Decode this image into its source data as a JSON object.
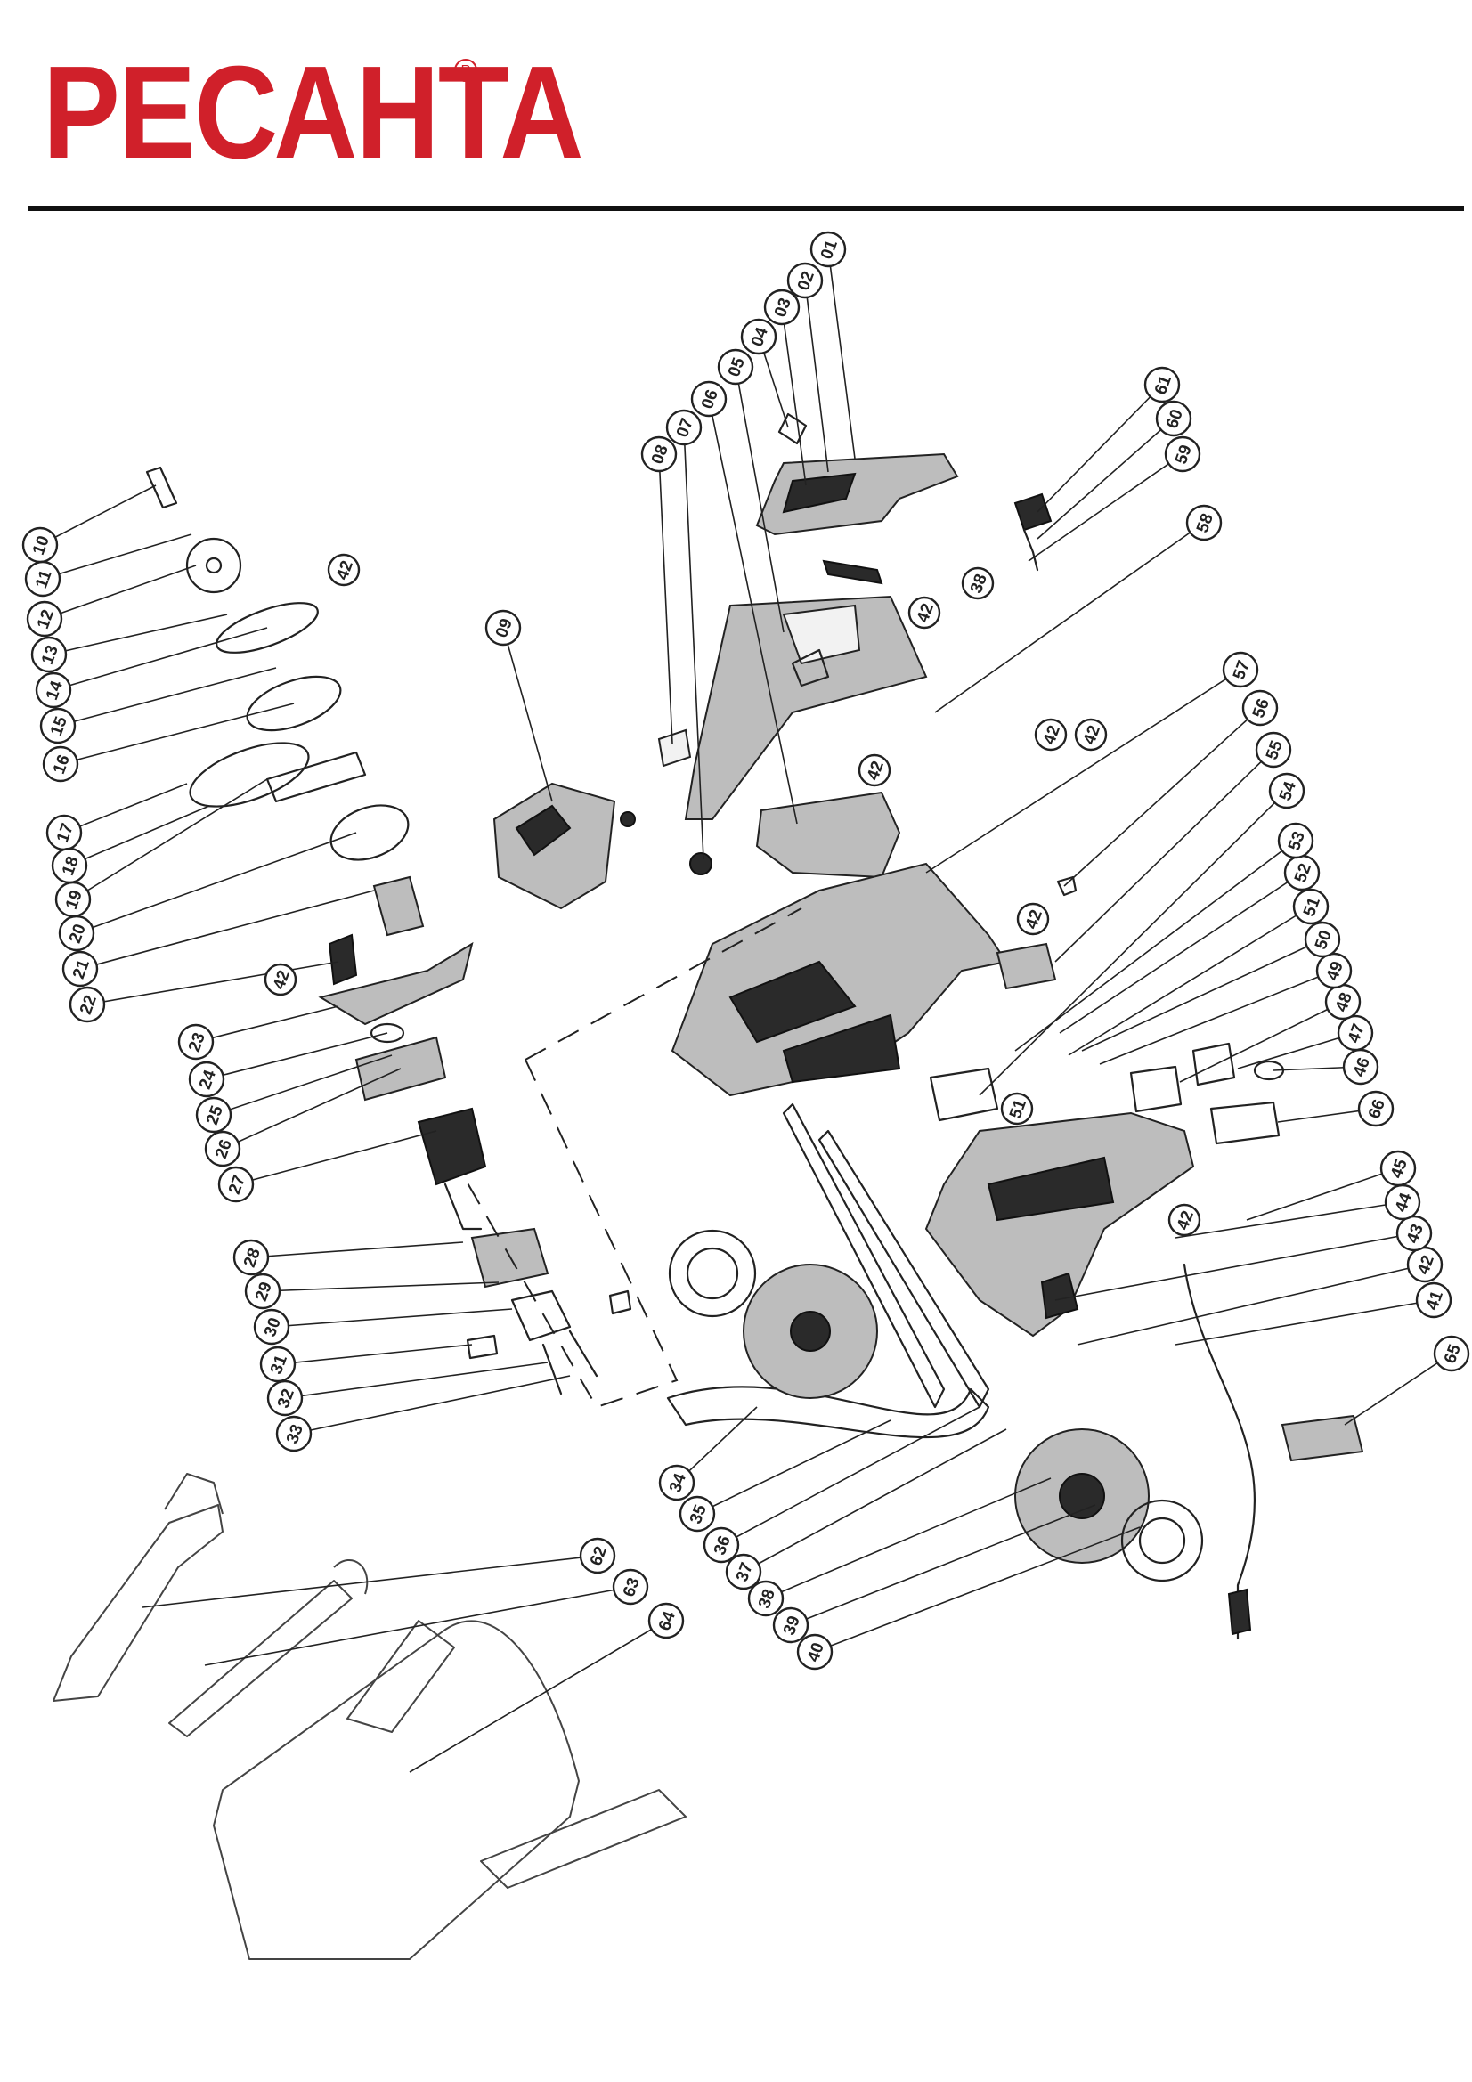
{
  "brand": {
    "name": "РЕСАНТА",
    "registered_mark": "R",
    "color": "#d0202a"
  },
  "callouts": [
    "01",
    "02",
    "03",
    "04",
    "05",
    "06",
    "07",
    "08",
    "09",
    "10",
    "11",
    "12",
    "13",
    "14",
    "15",
    "16",
    "17",
    "18",
    "19",
    "20",
    "21",
    "22",
    "23",
    "24",
    "25",
    "26",
    "27",
    "28",
    "29",
    "30",
    "31",
    "32",
    "33",
    "34",
    "35",
    "36",
    "37",
    "38",
    "39",
    "40",
    "41",
    "42",
    "43",
    "44",
    "45",
    "46",
    "47",
    "48",
    "49",
    "50",
    "51",
    "52",
    "53",
    "54",
    "55",
    "56",
    "57",
    "58",
    "59",
    "60",
    "61",
    "62",
    "63",
    "64",
    "65",
    "66"
  ],
  "inline_callouts": [
    "42",
    "42",
    "42",
    "42",
    "42",
    "42",
    "42",
    "42",
    "38",
    "51"
  ]
}
